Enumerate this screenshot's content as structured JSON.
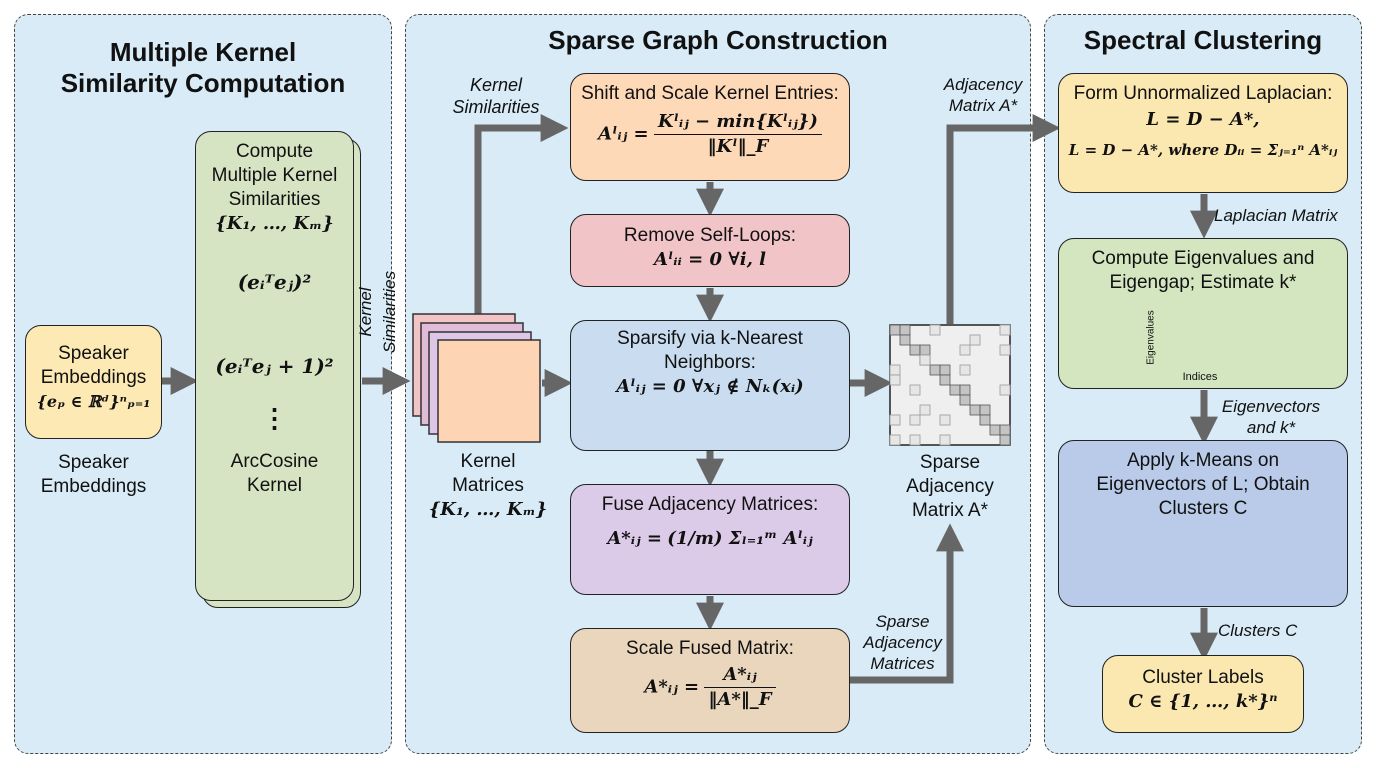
{
  "panels": {
    "left": {
      "title_line1": "Multiple Kernel",
      "title_line2": "Similarity Computation"
    },
    "middle": {
      "title": "Sparse Graph Construction"
    },
    "right": {
      "title": "Spectral Clustering"
    }
  },
  "left": {
    "embeddings_box": {
      "line1": "Speaker",
      "line2": "Embeddings",
      "formula": "{eₚ ∈ ℝᵈ}ⁿₚ₌₁"
    },
    "embeddings_caption": {
      "line1": "Speaker",
      "line2": "Embeddings"
    },
    "kernel_box": {
      "line1": "Compute",
      "line2": "Multiple Kernel",
      "line3": "Similarities",
      "set": "{K₁, …, Kₘ}",
      "kernel1": "(eᵢᵀeⱼ)²",
      "kernel2": "(eᵢᵀeⱼ + 1)²",
      "ellipsis": "⋮",
      "kernel3_line1": "ArcCosine",
      "kernel3_line2": "Kernel"
    },
    "arrow_label": "Kernel Similarities"
  },
  "middle": {
    "kernel_similarities_label": {
      "line1": "Kernel",
      "line2": "Similarities"
    },
    "kernel_matrices_caption": {
      "line1": "Kernel",
      "line2": "Matrices",
      "set": "{K₁, …, Kₘ}"
    },
    "shift_scale": {
      "title": "Shift and Scale Kernel Entries:",
      "lhs": "Aˡᵢⱼ =",
      "numerator": "Kˡᵢⱼ − min{Kˡᵢⱼ})",
      "denominator": "‖Kˡ‖_F"
    },
    "remove_self_loops": {
      "title": "Remove Self-Loops:",
      "formula": "Aˡᵢᵢ = 0   ∀i, l"
    },
    "sparsify": {
      "title_line1": "Sparsify via k-Nearest",
      "title_line2": "Neighbors:",
      "formula": "Aˡᵢⱼ = 0   ∀xⱼ ∉ Nₖ(xᵢ)"
    },
    "fuse": {
      "title": "Fuse Adjacency Matrices:",
      "lhs": "A*ᵢⱼ =",
      "rhs": "(1/m) Σₗ₌₁ᵐ Aˡᵢⱼ"
    },
    "scale_fused": {
      "title": "Scale Fused Matrix:",
      "lhs": "A*ᵢⱼ =",
      "numerator": "A*ᵢⱼ",
      "denominator": "‖A*‖_F"
    },
    "sparse_matrix_caption": {
      "line1": "Sparse",
      "line2": "Adjacency",
      "line3": "Matrix A*"
    },
    "sparse_matrices_label": {
      "line1": "Sparse",
      "line2": "Adjacency",
      "line3": "Matrices"
    },
    "adjacency_label": {
      "line1": "Adjacency",
      "line2": "Matrix A*"
    }
  },
  "right": {
    "laplacian": {
      "title": "Form Unnormalized Laplacian:",
      "formula1": "L = D − A*,",
      "formula2": "L = D − A*, where Dᵢᵢ = Σⱼ₌₁ⁿ A*ᵢⱼ"
    },
    "laplacian_label": "Laplacian Matrix",
    "eigen": {
      "line1": "Compute Eigenvalues and",
      "line2": "Eigengap; Estimate k*",
      "y_axis": "Eigenvalues",
      "x_axis": "Indices"
    },
    "eigenvectors_label": {
      "line1": "Eigenvectors",
      "line2": "and k*"
    },
    "kmeans": {
      "line1": "Apply k-Means on",
      "line2": "Eigenvectors of L; Obtain",
      "line3": "Clusters C"
    },
    "clusters_label": "Clusters C",
    "labels_box": {
      "line1": "Cluster Labels",
      "formula": "C ∈ {1, …, k*}ⁿ"
    }
  },
  "colors": {
    "panel_bg": "#d8ebf7",
    "embeddings": "#fde9b4",
    "kernel_box": "#d6e4c4",
    "shift_scale": "#fdd9b8",
    "remove_loops": "#f1c5c8",
    "sparsify": "#c9dcf0",
    "fuse": "#dccbe8",
    "scale_fused": "#e9d6bd",
    "laplacian": "#fbe7b0",
    "eigen": "#d4e6c0",
    "kmeans": "#b9cbe8",
    "cluster_labels": "#fbe8b0",
    "arrow": "#666666"
  }
}
